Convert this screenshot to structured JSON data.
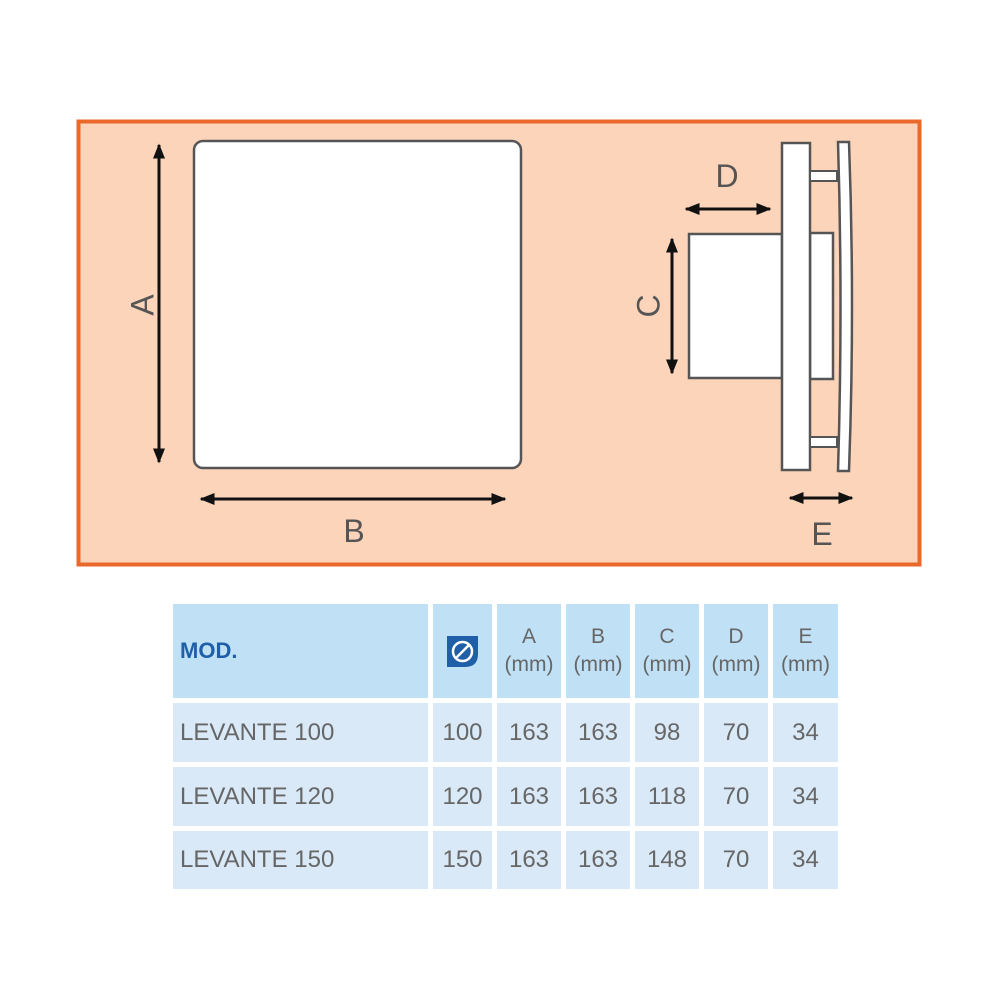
{
  "diagram": {
    "labels": {
      "a": "A",
      "b": "B",
      "c": "C",
      "d": "D",
      "e": "E"
    },
    "colors": {
      "frame_border": "#e8692a",
      "frame_fill": "#fcd4ba",
      "line": "#555555",
      "arrow": "#111111"
    }
  },
  "table": {
    "header": {
      "model": "MOD.",
      "diameter_icon": "diameter-icon",
      "columns": [
        {
          "name": "A",
          "unit": "(mm)"
        },
        {
          "name": "B",
          "unit": "(mm)"
        },
        {
          "name": "C",
          "unit": "(mm)"
        },
        {
          "name": "D",
          "unit": "(mm)"
        },
        {
          "name": "E",
          "unit": "(mm)"
        }
      ]
    },
    "rows": [
      {
        "model": "LEVANTE 100",
        "diameter": "100",
        "values": [
          "163",
          "163",
          "98",
          "70",
          "34"
        ]
      },
      {
        "model": "LEVANTE 120",
        "diameter": "120",
        "values": [
          "163",
          "163",
          "118",
          "70",
          "34"
        ]
      },
      {
        "model": "LEVANTE 150",
        "diameter": "150",
        "values": [
          "163",
          "163",
          "148",
          "70",
          "34"
        ]
      }
    ],
    "colors": {
      "header_bg": "#bfe0f5",
      "row_bg": "#dae9f7",
      "accent": "#1f5fa8",
      "text": "#666666"
    }
  }
}
